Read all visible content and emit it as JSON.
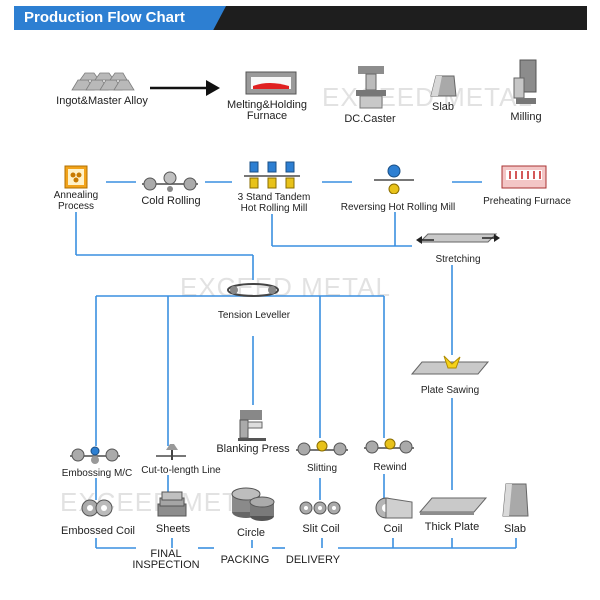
{
  "header": {
    "title": "Production Flow Chart"
  },
  "watermark": "EXCEED METAL",
  "nodes": {
    "ingot": "Ingot&Master Alloy",
    "melting": "Melting&Holding\nFurnace",
    "dc_caster": "DC.Caster",
    "slab_top": "Slab",
    "milling": "Milling",
    "annealing": "Annealing\nProcess",
    "cold_rolling": "Cold Rolling",
    "tandem": "3 Stand Tandem\nHot Rolling Mill",
    "reversing": "Reversing Hot Rolling Mill",
    "preheating": "Preheating Furnace",
    "stretching": "Stretching",
    "tension_leveller": "Tension Leveller",
    "plate_sawing": "Plate Sawing",
    "blanking_press": "Blanking Press",
    "embossing": "Embossing M/C",
    "cut_to_length": "Cut-to-length Line",
    "slitting": "Slitting",
    "rewind": "Rewind",
    "embossed_coil": "Embossed Coil",
    "sheets": "Sheets",
    "circle": "Circle",
    "slit_coil": "Slit Coil",
    "coil": "Coil",
    "thick_plate": "Thick Plate",
    "slab_bottom": "Slab"
  },
  "footer": {
    "final_inspection": "FINAL\nINSPECTION",
    "packing": "PACKING",
    "delivery": "DELIVERY"
  },
  "colors": {
    "accent": "#2d7fd2",
    "line": "#3a8fe0",
    "dark": "#1e1e1e"
  }
}
